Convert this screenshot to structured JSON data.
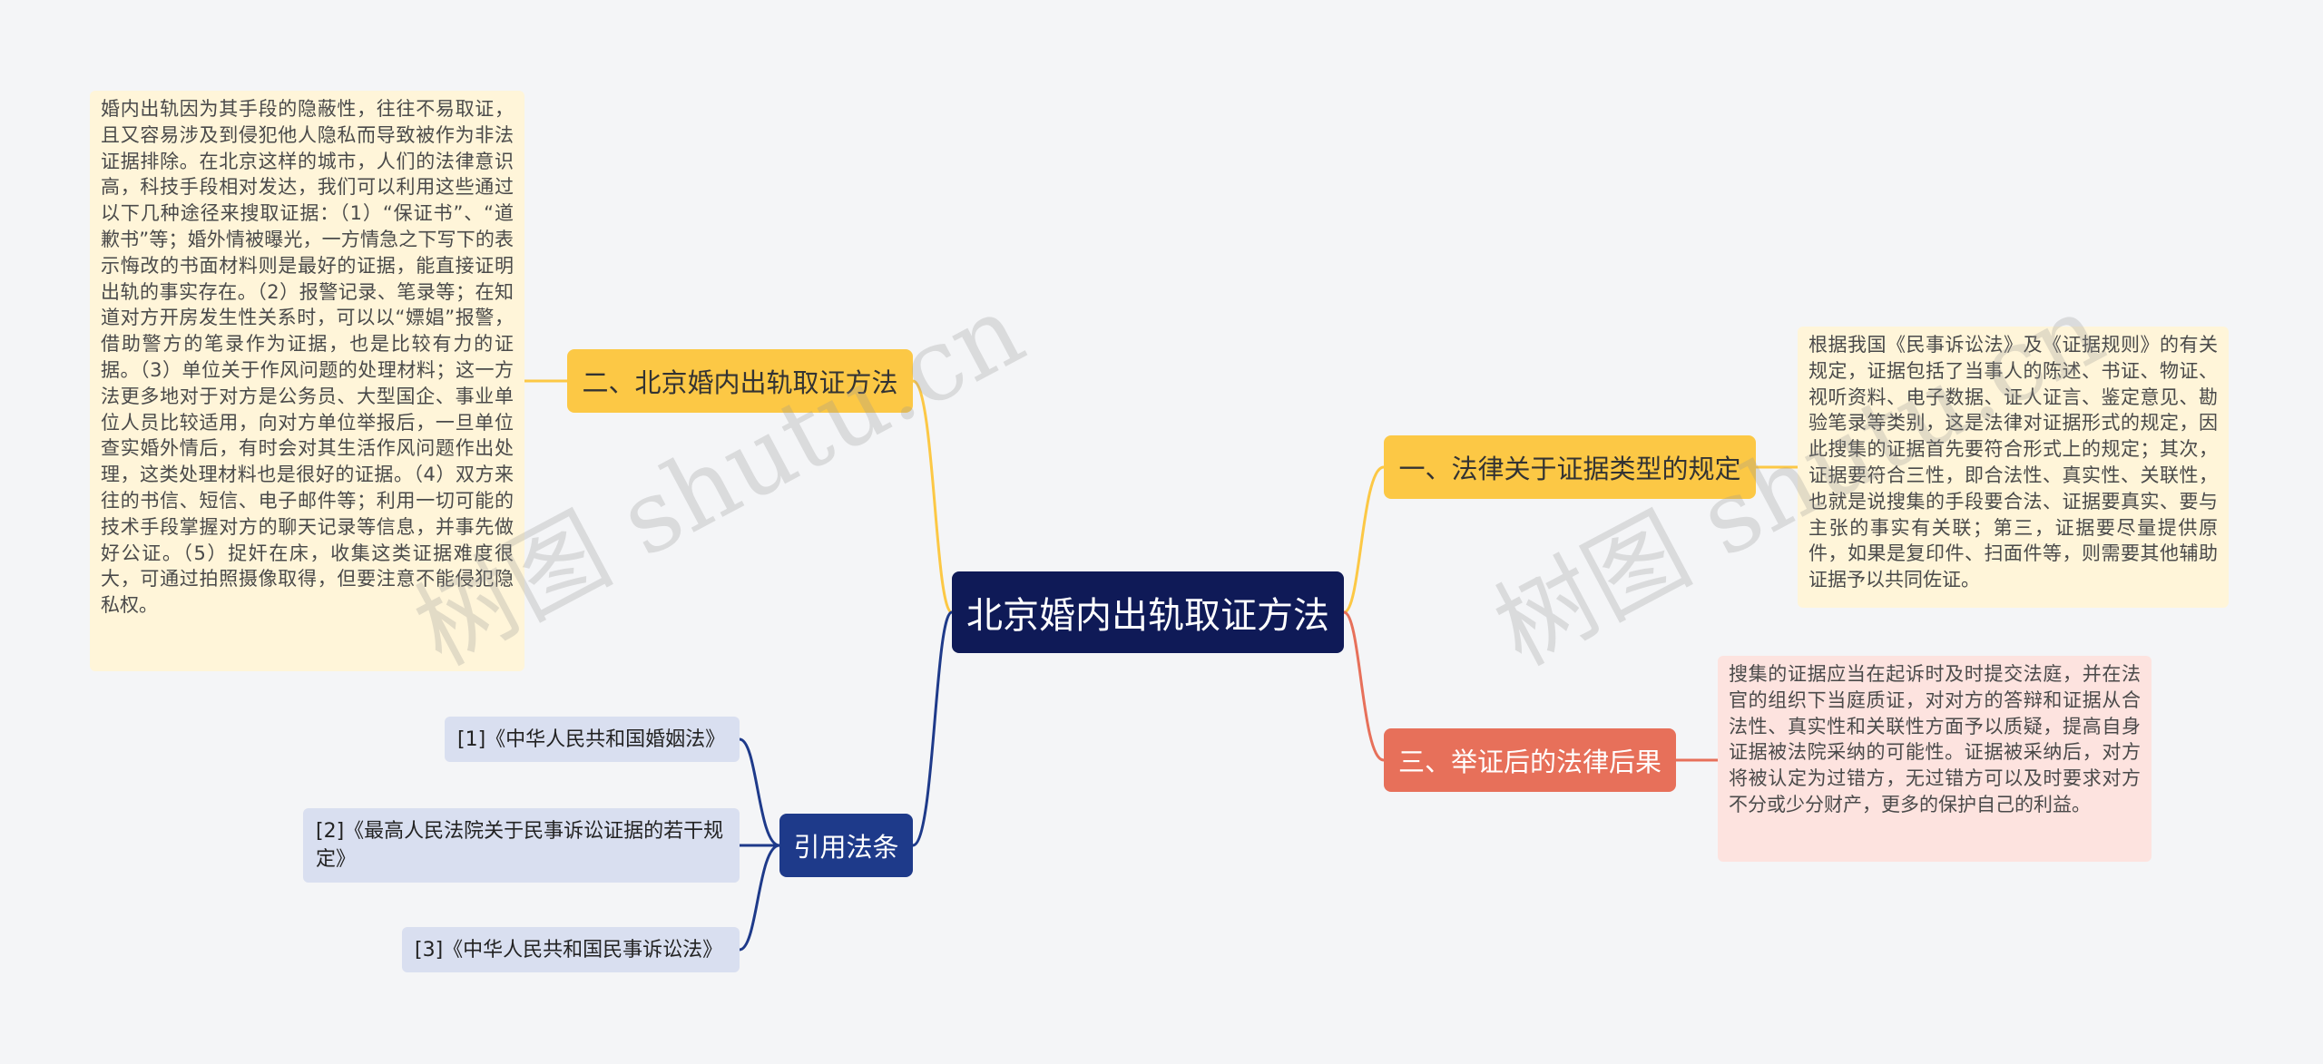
{
  "root": {
    "label": "北京婚内出轨取证方法"
  },
  "branches": {
    "b1": {
      "label": "一、法律关于证据类型的规定"
    },
    "b2": {
      "label": "二、北京婚内出轨取证方法"
    },
    "b3": {
      "label": "三、举证后的法律后果"
    },
    "b4": {
      "label": "引用法条"
    }
  },
  "notes": {
    "n1": "根据我国《民事诉讼法》及《证据规则》的有关规定，证据包括了当事人的陈述、书证、物证、视听资料、电子数据、证人证言、鉴定意见、勘验笔录等类别，这是法律对证据形式的规定，因此搜集的证据首先要符合形式上的规定；其次，证据要符合三性，即合法性、真实性、关联性，也就是说搜集的手段要合法、证据要真实、要与主张的事实有关联；第三，证据要尽量提供原件，如果是复印件、扫面件等，则需要其他辅助证据予以共同佐证。",
    "n2": "婚内出轨因为其手段的隐蔽性，往往不易取证，且又容易涉及到侵犯他人隐私而导致被作为非法证据排除。在北京这样的城市，人们的法律意识高，科技手段相对发达，我们可以利用这些通过以下几种途径来搜取证据：（1）“保证书”、“道歉书”等；婚外情被曝光，一方情急之下写下的表示悔改的书面材料则是最好的证据，能直接证明出轨的事实存在。（2）报警记录、笔录等；在知道对方开房发生性关系时，可以以“嫖娼”报警，借助警方的笔录作为证据，也是比较有力的证据。（3）单位关于作风问题的处理材料；这一方法更多地对于对方是公务员、大型国企、事业单位人员比较适用，向对方单位举报后，一旦单位查实婚外情后，有时会对其生活作风问题作出处理，这类处理材料也是很好的证据。（4）双方来往的书信、短信、电子邮件等；利用一切可能的技术手段掌握对方的聊天记录等信息，并事先做好公证。（5）捉奸在床，收集这类证据难度很大，可通过拍照摄像取得，但要注意不能侵犯隐私权。",
    "n3": "搜集的证据应当在起诉时及时提交法庭，并在法官的组织下当庭质证，对对方的答辩和证据从合法性、真实性和关联性方面予以质疑，提高自身证据被法院采纳的可能性。证据被采纳后，对方将被认定为过错方，无过错方可以及时要求对方不分或少分财产，更多的保护自己的利益。"
  },
  "refs": [
    {
      "label": "[1]《中华人民共和国婚姻法》"
    },
    {
      "label": "[2]《最高人民法院关于民事诉讼证据的若干规定》"
    },
    {
      "label": "[3]《中华人民共和国民事诉讼法》"
    }
  ],
  "watermarks": [
    "树图 shutu.cn",
    "树图 shutu.cn"
  ],
  "colors": {
    "background": "#f4f5f7",
    "root": "#0f1a57",
    "yellow": "#fcc845",
    "red": "#e7705a",
    "navy": "#1e3a8a",
    "ref": "#d9dff0",
    "note_yellow": "#fff5d9",
    "note_pink": "#fde3df"
  }
}
